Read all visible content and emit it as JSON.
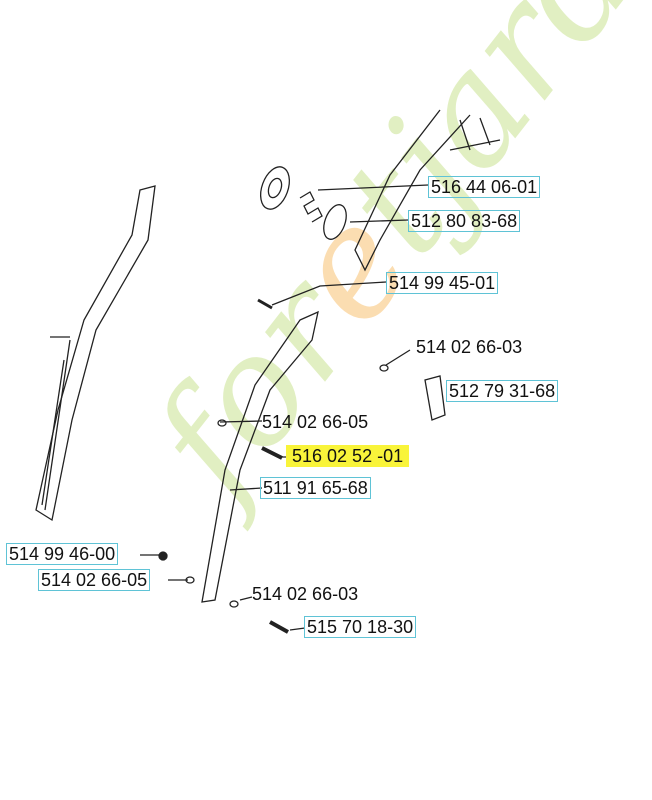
{
  "watermark": {
    "text_a": "for",
    "text_b": "e",
    "text_c": "tjardin.com"
  },
  "labels": [
    {
      "id": "p1",
      "text": "516 44 06-01"
    },
    {
      "id": "p2",
      "text": "512 80 83-68"
    },
    {
      "id": "p3",
      "text": "514 99 45-01"
    },
    {
      "id": "p4",
      "text": "514 02 66-03"
    },
    {
      "id": "p5",
      "text": "512 79 31-68"
    },
    {
      "id": "p6",
      "text": "514 02 66-05"
    },
    {
      "id": "p7",
      "text": "516 02 52 -01"
    },
    {
      "id": "p8",
      "text": "511 91 65-68"
    },
    {
      "id": "p9",
      "text": "514 99 46-00"
    },
    {
      "id": "p10",
      "text": "514 02 66-05"
    },
    {
      "id": "p11",
      "text": "514 02 66-03"
    },
    {
      "id": "p12",
      "text": "515 70 18-30"
    }
  ],
  "colors": {
    "highlight": "#f9f43a",
    "box": "#5fc3d6",
    "watermark": "#aad250"
  }
}
